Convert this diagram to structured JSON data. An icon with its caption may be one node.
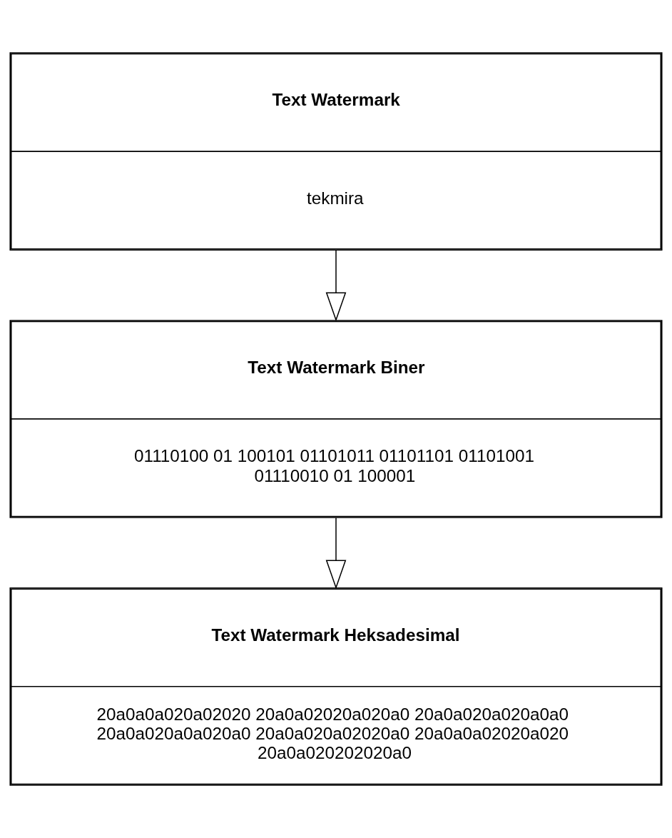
{
  "diagram": {
    "nodes": [
      {
        "text": [
          "Text Watermark",
          "tekmira"
        ]
      },
      {
        "text": [
          "Text Watermark Biner",
          "01110100 01 100101 01101011 01101101 01101001 01110010 01 100001"
        ]
      },
      {
        "text": [
          "Text Watermark Heksadesimal",
          "20a0a0a020a02020 20a0a02020a020a0 20a0a020a020a0a0 20a0a020a0a020a0 20a0a020a02020a0 20a0a0a02020a020 20a0a020202020a0"
        ]
      }
    ],
    "edges": [
      {
        "from": 0,
        "to": 1,
        "arrow": "to"
      },
      {
        "from": 1,
        "to": 2,
        "arrow": "to"
      }
    ]
  }
}
